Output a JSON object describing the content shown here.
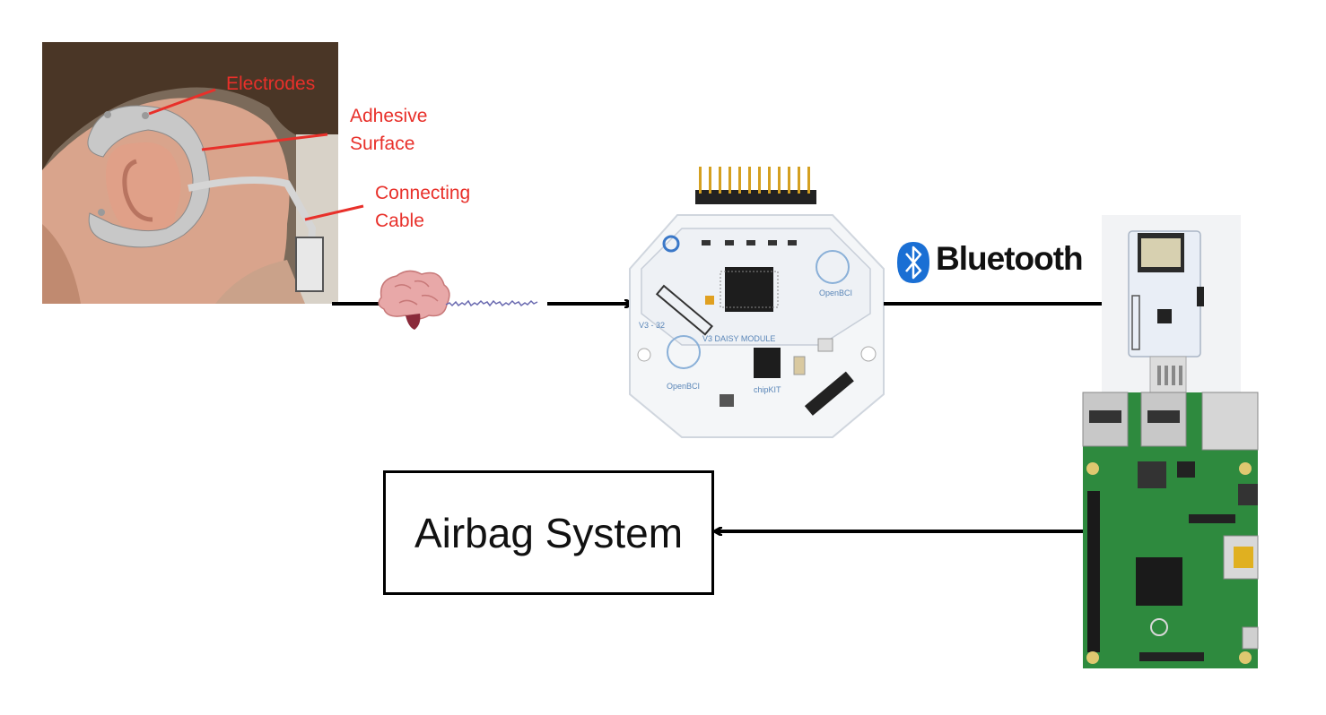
{
  "photo": {
    "labels": {
      "electrodes": "Electrodes",
      "adhesive_line1": "Adhesive",
      "adhesive_line2": "Surface",
      "cable_line1": "Connecting",
      "cable_line2": "Cable"
    }
  },
  "eeg_board": {
    "label_v3": "V3 - 32",
    "label_daisy": "V3 DAISY MODULE",
    "brand_top": "OpenBCI",
    "brand_bottom": "OpenBCI",
    "chip_brand": "chipKIT"
  },
  "bluetooth": {
    "wordmark": "Bluetooth",
    "reg_mark": "®"
  },
  "airbag": {
    "label": "Airbag System"
  },
  "colors": {
    "label_red": "#e8302a",
    "bluetooth_blue": "#1a6fd4",
    "pcb_green": "#2e8a3e",
    "arrow_black": "#000000"
  }
}
